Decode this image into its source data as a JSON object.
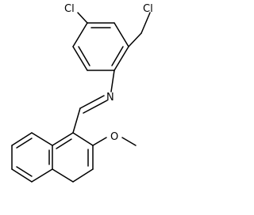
{
  "molecule": {
    "atoms": {
      "cl_left": "Cl",
      "cl_right": "Cl",
      "nitrogen": "N",
      "oxygen": "O"
    }
  },
  "colors": {
    "bond": "#000000",
    "label": "#000000",
    "background": "#ffffff"
  }
}
